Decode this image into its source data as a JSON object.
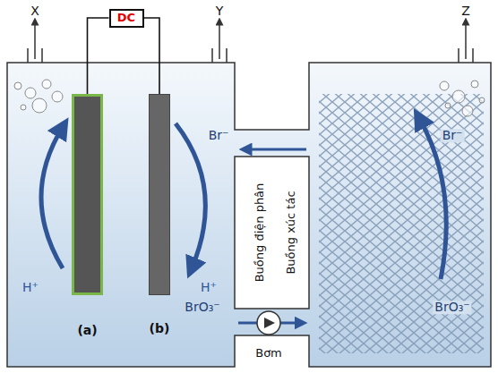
{
  "diagram": {
    "nodes": [
      {
        "text": [
          "DC"
        ]
      },
      {
        "text": [
          "(a)"
        ]
      },
      {
        "text": [
          "(b)"
        ]
      },
      {
        "text": [
          "Bơm"
        ]
      }
    ],
    "edges": [
      {
        "from": 0,
        "to": 1,
        "arrow": "none"
      },
      {
        "from": 0,
        "to": 2,
        "arrow": "none"
      }
    ],
    "labels": [
      "X",
      "Y",
      "Z",
      "H⁺",
      "H⁺",
      "Br⁻",
      "Br⁻",
      "BrO₃⁻",
      "BrO₃⁻",
      "Buồng điện phân",
      "Buồng xúc tác"
    ]
  }
}
